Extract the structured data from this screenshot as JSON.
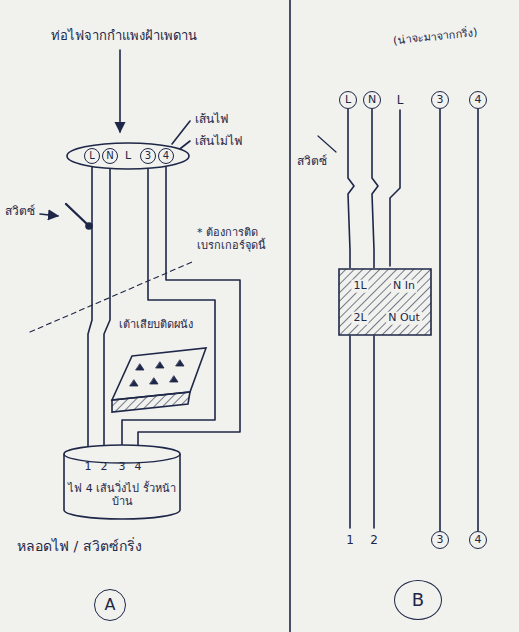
{
  "diagram": {
    "nodes": [
      {
        "text": [
          "L"
        ]
      },
      {
        "text": [
          "L"
        ],
        "in": 0
      },
      {
        "text": [
          "N"
        ],
        "in": 0
      },
      {
        "text": [
          "3"
        ],
        "in": 0
      },
      {
        "text": [
          "4"
        ],
        "in": 0
      },
      {
        "text": [
          "1",
          "2",
          "3",
          "4",
          "ไฟ 4 เส้นวิ่งไป รั้วหน้าบ้าน"
        ]
      },
      {
        "text": [
          "A"
        ]
      },
      {
        "text": [
          "L"
        ]
      },
      {
        "text": [
          "N"
        ]
      },
      {
        "text": [
          "3"
        ]
      },
      {
        "text": [
          "4"
        ]
      },
      {
        "text": [
          "1L",
          "N In",
          "2L",
          "N Out"
        ]
      },
      {
        "text": [
          "3"
        ]
      },
      {
        "text": [
          "4"
        ]
      },
      {
        "text": [
          "B"
        ]
      }
    ],
    "edges": [
      {
        "from": 1,
        "to": 5,
        "arrow": "none"
      },
      {
        "from": 2,
        "to": 5,
        "arrow": "none"
      },
      {
        "from": 3,
        "to": 5,
        "arrow": "none"
      },
      {
        "from": 4,
        "to": 5,
        "arrow": "none"
      },
      {
        "from": 7,
        "to": 11,
        "arrow": "none"
      },
      {
        "from": 8,
        "to": 11,
        "arrow": "none"
      },
      {
        "from": 9,
        "to": 12,
        "arrow": "none"
      },
      {
        "from": 10,
        "to": 13,
        "arrow": "none"
      }
    ],
    "labels": [
      "ท่อไฟจากกำแพงฝ้าเพดาน",
      "เส้นไฟ",
      "เส้นไม่ไฟ",
      "สวิตซ์",
      "* ต้องการติด เบรกเกอร์จุดนี้",
      "เต้าเสียบติดผนัง",
      "หลอดไฟ / สวิตซ์กริ่ง",
      "(น่าจะมาจากกริ่ง)",
      "L",
      "สวิตซ์",
      "1",
      "2"
    ]
  }
}
